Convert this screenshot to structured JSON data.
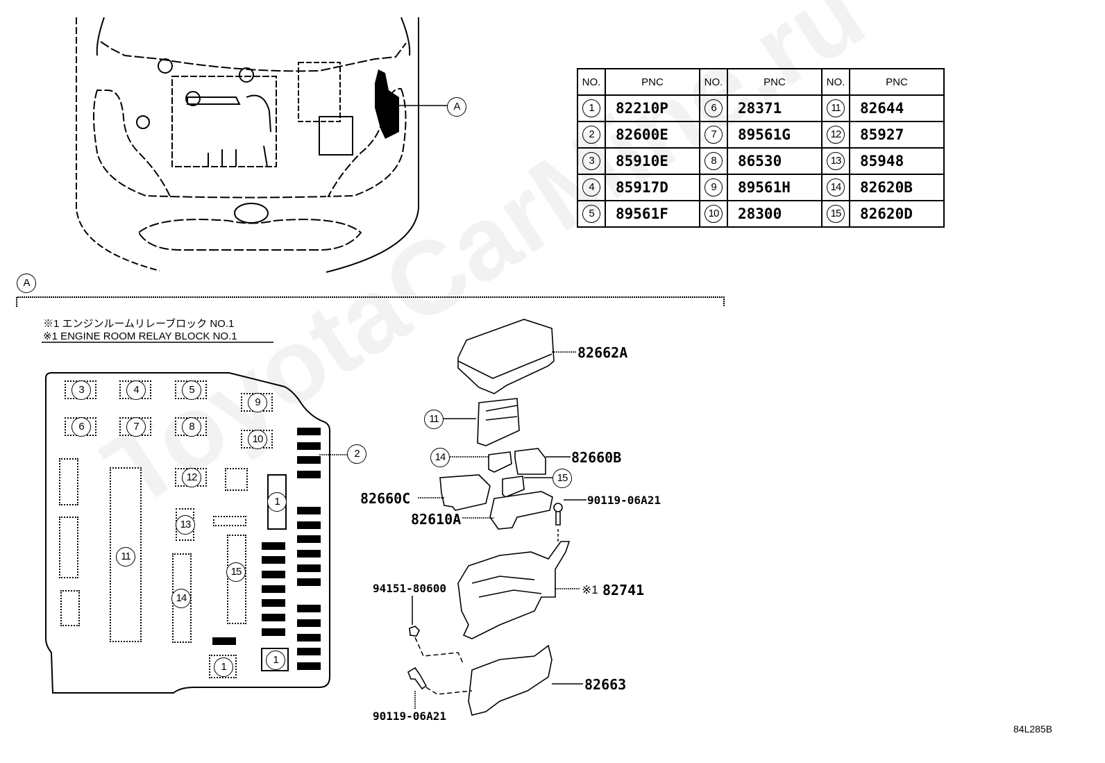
{
  "parts_table": {
    "headers": [
      "NO.",
      "PNC",
      "NO.",
      "PNC",
      "NO.",
      "PNC"
    ],
    "rows": [
      [
        {
          "no": "1",
          "pnc": "82210P"
        },
        {
          "no": "6",
          "pnc": "28371"
        },
        {
          "no": "11",
          "pnc": "82644"
        }
      ],
      [
        {
          "no": "2",
          "pnc": "82600E"
        },
        {
          "no": "7",
          "pnc": "89561G"
        },
        {
          "no": "12",
          "pnc": "85927"
        }
      ],
      [
        {
          "no": "3",
          "pnc": "85910E"
        },
        {
          "no": "8",
          "pnc": "86530"
        },
        {
          "no": "13",
          "pnc": "85948"
        }
      ],
      [
        {
          "no": "4",
          "pnc": "85917D"
        },
        {
          "no": "9",
          "pnc": "89561H"
        },
        {
          "no": "14",
          "pnc": "82620B"
        }
      ],
      [
        {
          "no": "5",
          "pnc": "89561F"
        },
        {
          "no": "10",
          "pnc": "28300"
        },
        {
          "no": "15",
          "pnc": "82620D"
        }
      ]
    ]
  },
  "vehicle_view": {
    "callout": "A",
    "highlighted_part": "engine-room-relay-block"
  },
  "detail_section": {
    "callout": "A",
    "note_jp": "※1 エンジンルームリレーブロック NO.1",
    "note_en": "※1 ENGINE ROOM RELAY BLOCK NO.1"
  },
  "relay_block_layout": {
    "positions": [
      "3",
      "4",
      "5",
      "6",
      "7",
      "8",
      "9",
      "10",
      "11",
      "12",
      "13",
      "14",
      "15",
      "1",
      "1",
      "1",
      "2"
    ]
  },
  "exploded_view": {
    "labels": {
      "cover": "82662A",
      "item11": "11",
      "item14": "14",
      "block_b": "82660B",
      "item15": "15",
      "block_c": "82660C",
      "block_a": "82610A",
      "bolt_top": "90119-06A21",
      "main_block_prefix": "※1",
      "main_block": "82741",
      "clip": "94151-80600",
      "lower_cover": "82663",
      "bolt_bottom": "90119-06A21"
    }
  },
  "diagram_id": "84L285B",
  "watermark": "ToyotaCarMine.ru"
}
